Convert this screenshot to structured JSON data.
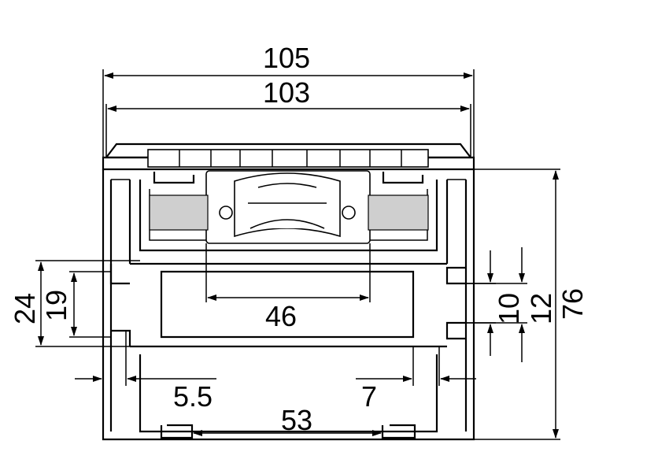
{
  "diagram": {
    "dimensions": {
      "overall_width": "105",
      "inner_width": "103",
      "hardware_width": "46",
      "bottom_width": "53",
      "left_offset": "5.5",
      "right_offset": "7",
      "left_outer_height": "24",
      "left_inner_height": "19",
      "right_small_gap": "10",
      "right_gap": "12",
      "overall_height": "76"
    }
  }
}
